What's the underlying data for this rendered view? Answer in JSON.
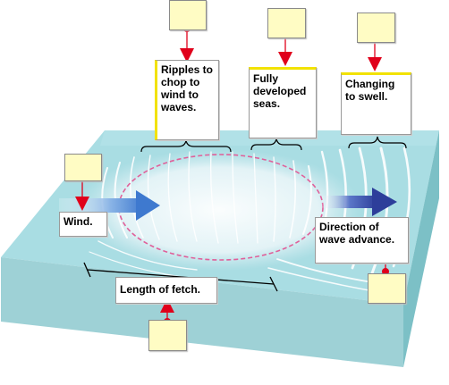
{
  "labels": {
    "ripples": "Ripples to chop to wind to waves.",
    "fully_developed": "Fully developed seas.",
    "changing": "Changing to swell.",
    "wind": "Wind.",
    "direction": "Direction of wave advance.",
    "fetch": "Length of fetch."
  },
  "colors": {
    "water_top": "#a9dde3",
    "water_side": "#7cc0c6",
    "water_front": "#9ed1d6",
    "fetch_outline": "#e0609a",
    "pin_dot": "#e0001b",
    "pin_fill": "#fffcc4",
    "label_accent": "#f2e200"
  }
}
